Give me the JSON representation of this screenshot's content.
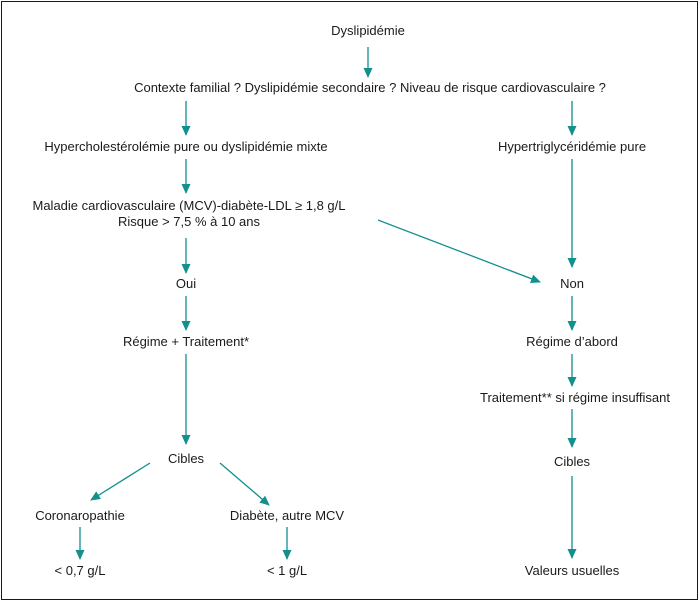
{
  "colors": {
    "arrow": "#12908e",
    "text": "#1a1a1a",
    "border": "#1a1a1a"
  },
  "nodes": {
    "dyslipidemie": "Dyslipidémie",
    "contexte": "Contexte familial ? Dyslipidémie secondaire ? Niveau de risque cardiovasculaire ?",
    "hypercholesterolemie": "Hypercholestérolémie pure ou dyslipidémie mixte",
    "hypertriglyceridemie": "Hypertriglycéridémie pure",
    "maladie_line1": "Maladie cardiovasculaire (MCV)-diabète-LDL ≥ 1,8 g/L",
    "maladie_line2": "Risque > 7,5 % à 10 ans",
    "oui": "Oui",
    "non": "Non",
    "regime_traitement": "Régime + Traitement*",
    "regime_abord": "Régime d’abord",
    "traitement_insuffisant": "Traitement** si régime insuffisant",
    "cibles_left": "Cibles",
    "cibles_right": "Cibles",
    "coronaropathie": "Coronaropathie",
    "diabete_mcv": "Diabète, autre MCV",
    "target_coronaro": "< 0,7 g/L",
    "target_diabete": "< 1 g/L",
    "valeurs_usuelles": "Valeurs usuelles"
  }
}
